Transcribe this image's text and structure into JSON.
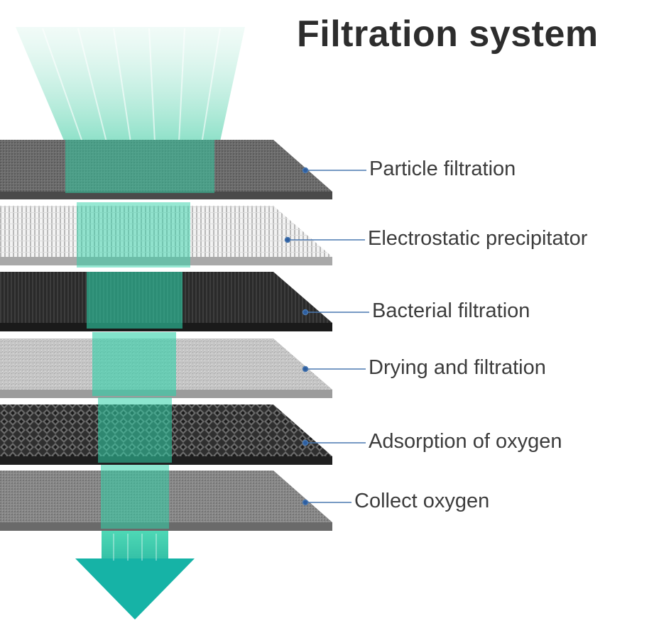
{
  "title": "Filtration system",
  "layers": [
    {
      "label": "Particle filtration"
    },
    {
      "label": "Electrostatic precipitator"
    },
    {
      "label": "Bacterial filtration"
    },
    {
      "label": "Drying and filtration"
    },
    {
      "label": "Adsorption of oxygen"
    },
    {
      "label": "Collect oxygen"
    }
  ],
  "colors": {
    "beam": "#1fbf9f",
    "arrow": "#16b3a6",
    "connector": "#4a78b0",
    "text": "#3c3c3c"
  },
  "icons": {
    "flow": "down-arrow-icon"
  }
}
